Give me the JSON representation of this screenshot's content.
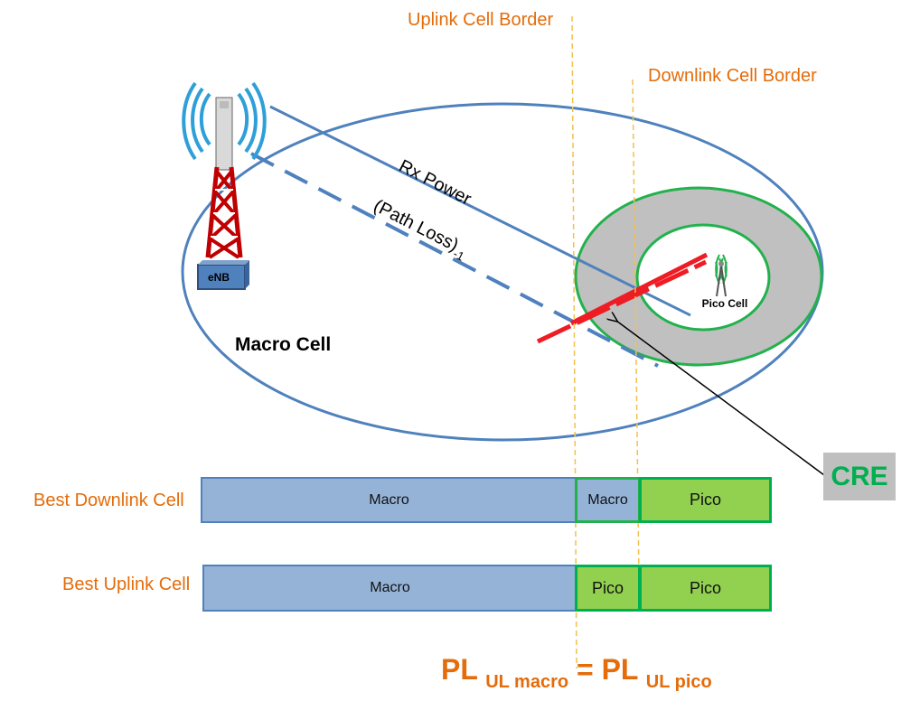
{
  "borders": {
    "uplink": "Uplink Cell Border",
    "downlink": "Downlink Cell Border"
  },
  "cells": {
    "macro": "Macro Cell",
    "enb": "eNB",
    "pico": "Pico Cell"
  },
  "lines": {
    "rx_power": "Rx Power",
    "path_loss": "(Path Loss)",
    "path_loss_exp": "-1"
  },
  "cre": "CRE",
  "rows": {
    "downlink": {
      "label": "Best Downlink Cell",
      "segments": [
        "Macro",
        "Macro",
        "Pico"
      ]
    },
    "uplink": {
      "label": "Best Uplink Cell",
      "segments": [
        "Macro",
        "Pico",
        "Pico"
      ]
    }
  },
  "formula": {
    "lhs": "PL",
    "lhs_sub": "UL macro",
    "eq": "=",
    "rhs": "PL",
    "rhs_sub": "UL pico"
  },
  "colors": {
    "orange": "#e46c0a",
    "macro_blue": "#95b3d7",
    "line_blue": "#4f81bd",
    "pico_green": "#92d050",
    "green_border": "#00b050",
    "cre_red": "#ee1c24",
    "cre_gray": "#bfbfbf"
  }
}
